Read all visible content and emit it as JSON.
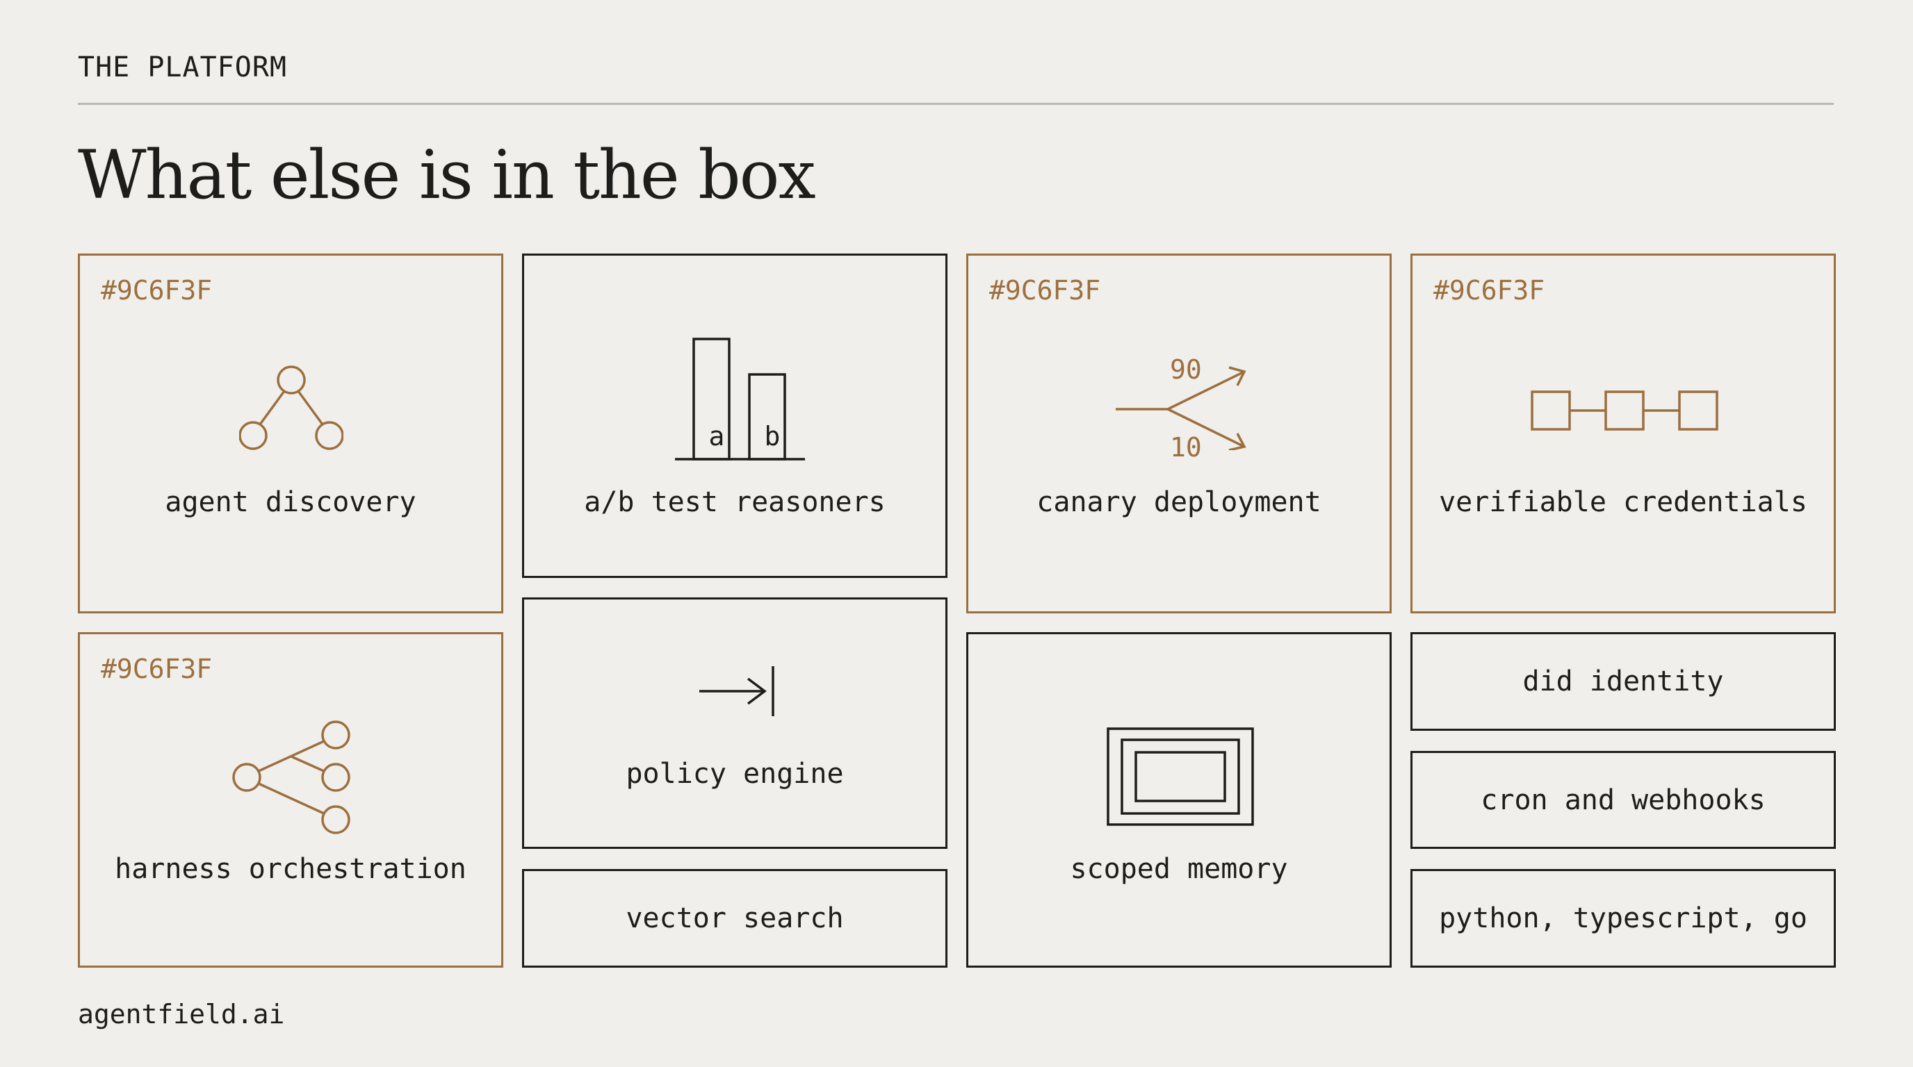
{
  "header": {
    "eyebrow": "THE PLATFORM",
    "title": "What else is in the box"
  },
  "colors": {
    "accent": "#9C6F3F",
    "ink": "#1D1D1B",
    "background": "#F0EFEB",
    "rule": "#B9B8B2"
  },
  "cards": {
    "agent_discovery": {
      "tag": "#9C6F3F",
      "label": "agent discovery",
      "icon": "network-triangle-icon"
    },
    "ab_test": {
      "label": "a/b test reasoners",
      "icon": "bar-chart-icon",
      "bar_a": "a",
      "bar_b": "b"
    },
    "canary": {
      "tag": "#9C6F3F",
      "label": "canary deployment",
      "icon": "traffic-split-icon",
      "split_top": "90",
      "split_bottom": "10"
    },
    "credentials": {
      "tag": "#9C6F3F",
      "label": "verifiable credentials",
      "icon": "chain-icon"
    },
    "harness": {
      "tag": "#9C6F3F",
      "label": "harness orchestration",
      "icon": "fanout-icon"
    },
    "policy": {
      "label": "policy engine",
      "icon": "arrow-to-bar-icon"
    },
    "vector": {
      "label": "vector search"
    },
    "memory": {
      "label": "scoped memory",
      "icon": "nested-boxes-icon"
    },
    "did": {
      "label": "did identity"
    },
    "cron": {
      "label": "cron and webhooks"
    },
    "languages": {
      "label": "python, typescript, go"
    }
  },
  "footer": {
    "site": "agentfield.ai"
  }
}
